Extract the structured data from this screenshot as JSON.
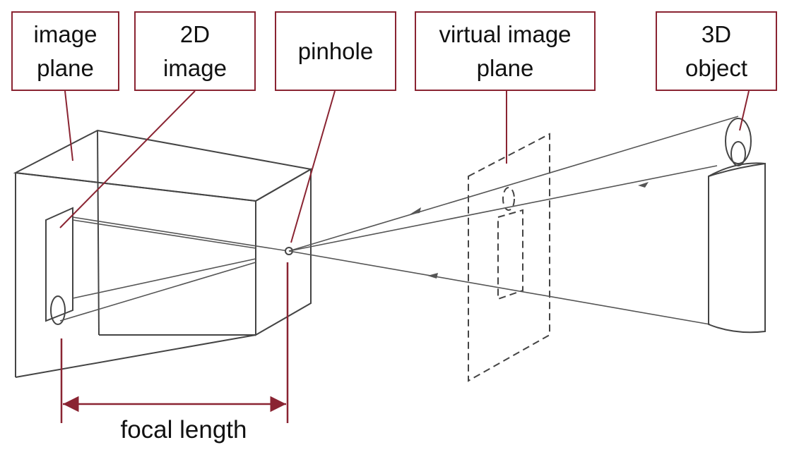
{
  "labels": {
    "image_plane": "image\nplane",
    "image_2d": "2D\nimage",
    "pinhole": "pinhole",
    "virtual_image_plane": "virtual image\nplane",
    "object_3d": "3D\nobject",
    "focal_length": "focal length"
  },
  "colors": {
    "label_border": "#8a2432",
    "leader_line": "#8a2432",
    "drawing_ink": "#444444",
    "dimension_line": "#8a2432"
  }
}
